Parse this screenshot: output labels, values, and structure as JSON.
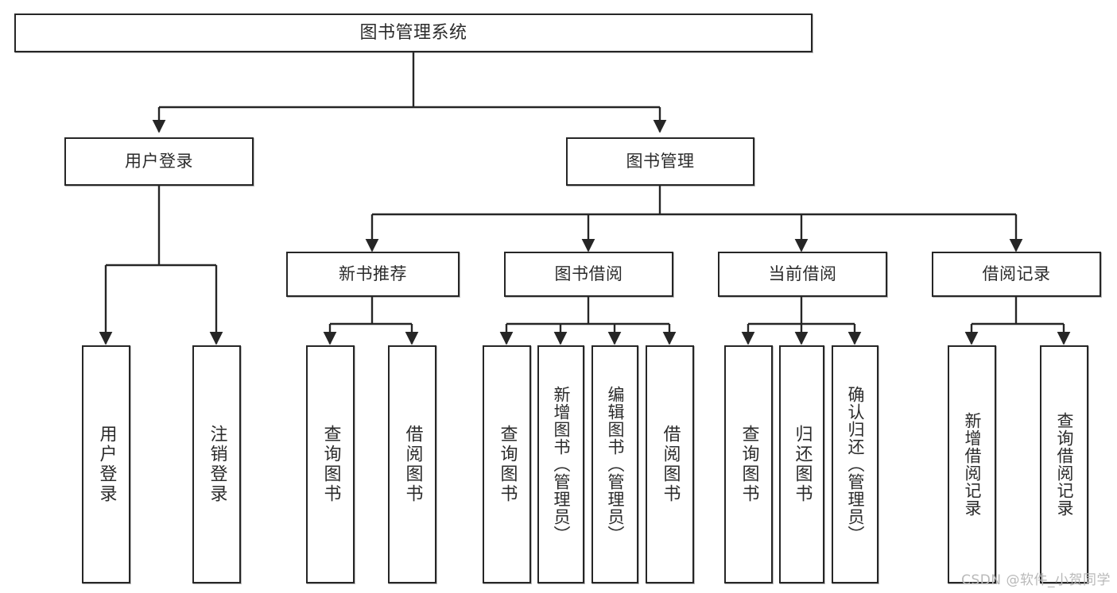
{
  "diagram": {
    "title": "图书管理系统",
    "root": {
      "label": "图书管理系统"
    },
    "level1": [
      {
        "label": "用户登录"
      },
      {
        "label": "图书管理"
      }
    ],
    "level2": [
      {
        "label": "新书推荐"
      },
      {
        "label": "图书借阅"
      },
      {
        "label": "当前借阅"
      },
      {
        "label": "借阅记录"
      }
    ],
    "leaves": {
      "user_login": [
        {
          "label": "用户登录"
        },
        {
          "label": "注销登录"
        }
      ],
      "new_book_recommend": [
        {
          "label": "查询图书"
        },
        {
          "label": "借阅图书"
        }
      ],
      "book_borrow": [
        {
          "label": "查询图书"
        },
        {
          "label": "新增图书（管理员）"
        },
        {
          "label": "编辑图书（管理员）"
        },
        {
          "label": "借阅图书"
        }
      ],
      "current_borrow": [
        {
          "label": "查询图书"
        },
        {
          "label": "归还图书"
        },
        {
          "label": "确认归还（管理员）"
        }
      ],
      "borrow_record": [
        {
          "label": "新增借阅记录"
        },
        {
          "label": "查询借阅记录"
        }
      ]
    }
  },
  "watermark": {
    "text": "CSDN @软件_小贺同学"
  },
  "colors": {
    "stroke": "#262626",
    "text": "#2b2b2b",
    "background": "#ffffff",
    "watermark": "#b9b9b9"
  }
}
